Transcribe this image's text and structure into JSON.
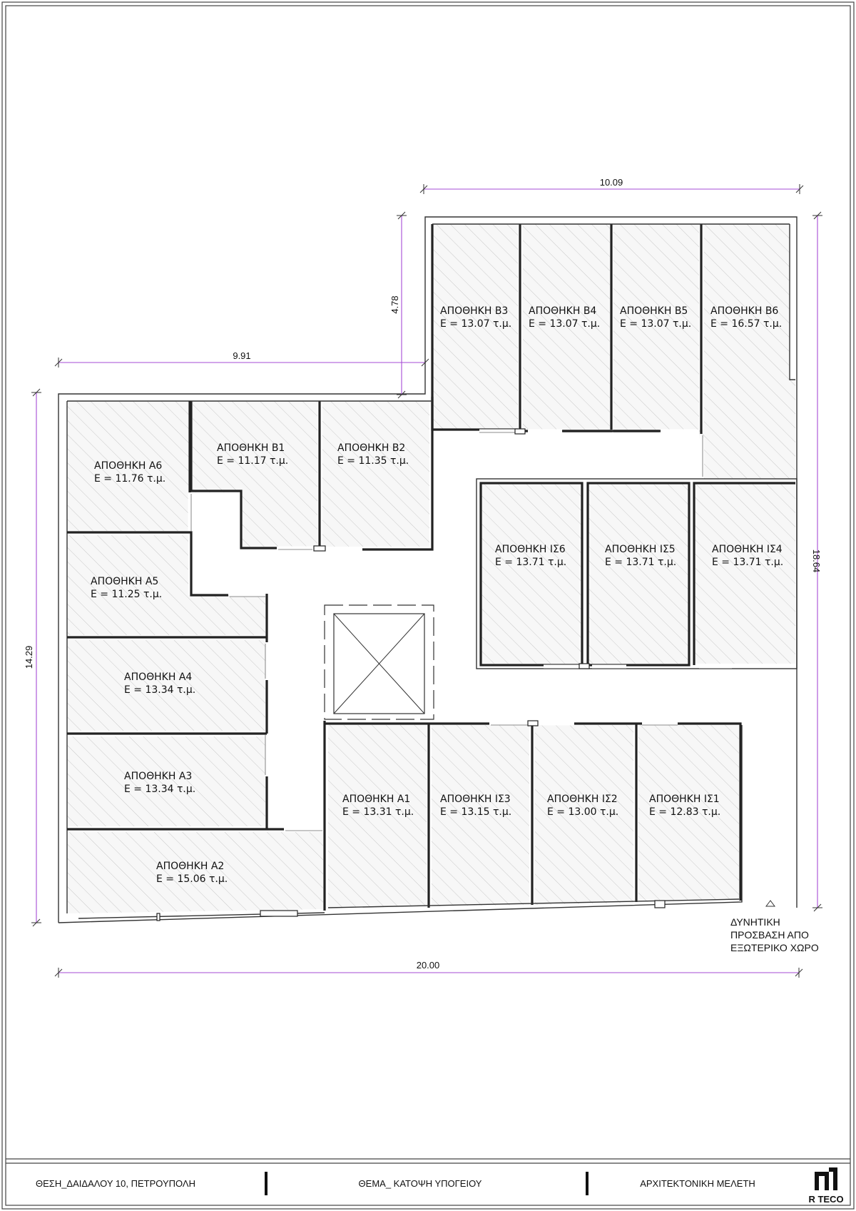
{
  "rooms": {
    "a1": {
      "name": "ΑΠΟΘΗΚΗ Α1",
      "area": "Ε = 13.31 τ.μ."
    },
    "a2": {
      "name": "ΑΠΟΘΗΚΗ Α2",
      "area": "Ε = 15.06 τ.μ."
    },
    "a3": {
      "name": "ΑΠΟΘΗΚΗ Α3",
      "area": "Ε = 13.34 τ.μ."
    },
    "a4": {
      "name": "ΑΠΟΘΗΚΗ Α4",
      "area": "Ε = 13.34 τ.μ."
    },
    "a5": {
      "name": "ΑΠΟΘΗΚΗ Α5",
      "area": "Ε = 11.25 τ.μ."
    },
    "a6": {
      "name": "ΑΠΟΘΗΚΗ Α6",
      "area": "Ε = 11.76 τ.μ."
    },
    "b1": {
      "name": "ΑΠΟΘΗΚΗ Β1",
      "area": "Ε = 11.17 τ.μ."
    },
    "b2": {
      "name": "ΑΠΟΘΗΚΗ Β2",
      "area": "Ε = 11.35 τ.μ."
    },
    "b3": {
      "name": "ΑΠΟΘΗΚΗ Β3",
      "area": "Ε = 13.07 τ.μ."
    },
    "b4": {
      "name": "ΑΠΟΘΗΚΗ Β4",
      "area": "Ε = 13.07 τ.μ."
    },
    "b5": {
      "name": "ΑΠΟΘΗΚΗ Β5",
      "area": "Ε = 13.07 τ.μ."
    },
    "b6": {
      "name": "ΑΠΟΘΗΚΗ Β6",
      "area": "Ε = 16.57 τ.μ."
    },
    "is1": {
      "name": "ΑΠΟΘΗΚΗ ΙΣ1",
      "area": "Ε = 12.83 τ.μ."
    },
    "is2": {
      "name": "ΑΠΟΘΗΚΗ ΙΣ2",
      "area": "Ε = 13.00 τ.μ."
    },
    "is3": {
      "name": "ΑΠΟΘΗΚΗ ΙΣ3",
      "area": "Ε = 13.15 τ.μ."
    },
    "is4": {
      "name": "ΑΠΟΘΗΚΗ ΙΣ4",
      "area": "Ε = 13.71 τ.μ."
    },
    "is5": {
      "name": "ΑΠΟΘΗΚΗ ΙΣ5",
      "area": "Ε = 13.71 τ.μ."
    },
    "is6": {
      "name": "ΑΠΟΘΗΚΗ ΙΣ6",
      "area": "Ε = 13.71 τ.μ."
    }
  },
  "dimensions": {
    "top_right_width": "10.09",
    "top_left_width": "9.91",
    "step_height": "4.78",
    "left_height": "14.29",
    "right_height": "18.64",
    "bottom_width": "20.00"
  },
  "access_note": {
    "line1": "ΔΥΝΗΤΙΚΗ",
    "line2": "ΠΡΟΣΒΑΣΗ ΑΠΟ",
    "line3": "ΕΞΩΤΕΡΙΚΟ ΧΩΡΟ"
  },
  "title_block": {
    "location": "ΘΕΣΗ_ΔΑΙΔΑΛΟΥ 10, ΠΕΤΡΟΥΠΟΛΗ",
    "subject": "ΘΕΜΑ_ ΚΑΤΟΨΗ ΥΠΟΓΕΙΟΥ",
    "study": "ΑΡΧΙΤΕΚΤΟΝΙΚΗ ΜΕΛΕΤΗ",
    "logo_text": "R TECO"
  }
}
